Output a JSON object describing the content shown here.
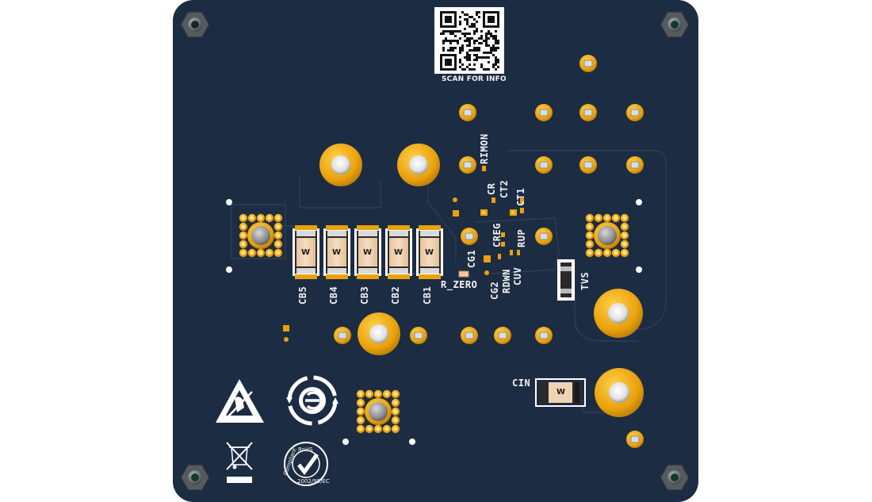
{
  "qr": {
    "caption": "SCAN FOR INFO",
    "icon": "qr-code-icon"
  },
  "capacitor_marking": "W",
  "designators": {
    "cb5": "CB5",
    "cb4": "CB4",
    "cb3": "CB3",
    "cb2": "CB2",
    "cb1": "CB1",
    "rimon": "RIMON",
    "cr": "CR",
    "ct2": "CT2",
    "ct1": "CT1",
    "creg": "CREG",
    "rup": "RUP",
    "cg1": "CG1",
    "cg2": "CG2",
    "rdwn": "RDWN",
    "cuv": "CUV",
    "r_zero": "R_ZERO",
    "tvs": "TVS",
    "cin": "CIN"
  },
  "logos": {
    "esd": "esd-warning-icon",
    "recycle": "recycle-e-icon",
    "weee": "weee-crossed-bin-icon",
    "rohs": {
      "icon": "rohs-check-icon",
      "top": "RoHS",
      "left": "Compliant",
      "bottom": "2002/95/EC"
    }
  },
  "colors": {
    "board": "#1c2c43",
    "copper": "#e9a10c",
    "silkscreen": "#f4f4f4",
    "component_body": "#f0d3b3"
  }
}
